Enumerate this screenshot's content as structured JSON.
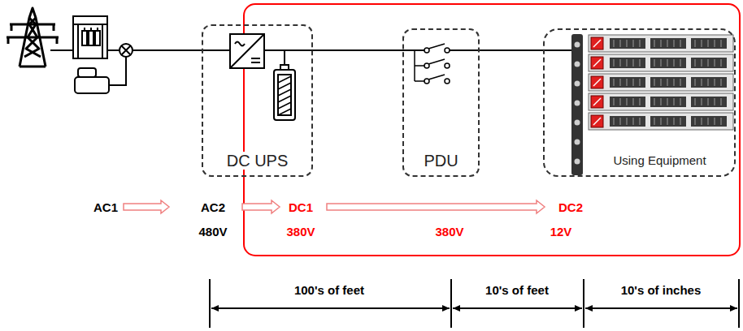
{
  "diagram": {
    "nodes": [
      {
        "text": [
          "DC UPS"
        ]
      },
      {
        "text": [
          "PDU"
        ]
      },
      {
        "text": [
          "Using Equipment"
        ]
      }
    ],
    "edges": [
      {
        "from": 0,
        "to": 1,
        "arrow": "none"
      },
      {
        "from": 1,
        "to": 2,
        "arrow": "none"
      }
    ],
    "labels": [
      "AC1",
      "AC2",
      "DC1",
      "DC2",
      "480V",
      "380V",
      "380V",
      "12V",
      "100's of feet",
      "10's of feet",
      "10's of inches"
    ]
  }
}
